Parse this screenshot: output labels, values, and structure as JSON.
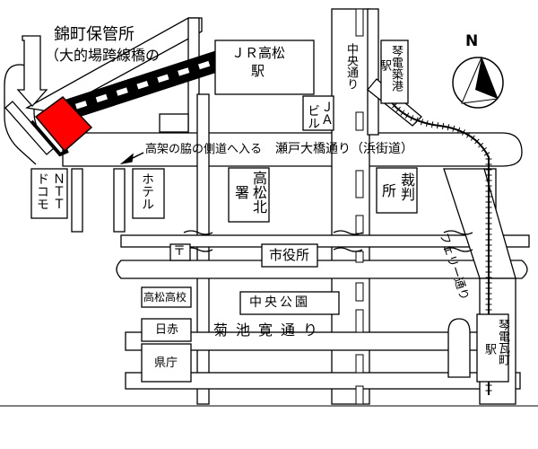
{
  "map": {
    "parking_title": "錦町保管所",
    "parking_sub": "（大的場跨線橋の",
    "jr_station": "ＪＲ高松",
    "jr_station_suffix": "駅",
    "kotoden_chikko_station": "琴電築港",
    "kotoden_chikko_suffix": "駅",
    "kotoden_kawaramachi_station": "琴電瓦町",
    "kotoden_kawaramachi_suffix": "駅",
    "chuo_dori": "中央通り",
    "ferry_dori": "フェリー通り",
    "kikuchi_kan_dori": "菊池寛通り",
    "annotation_side_road": "高架の脇の側道へ入る",
    "annotation_setoohashi": "瀬戸大橋通り（浜街道）",
    "ja_bldg_1": "ＪＡ",
    "ja_bldg_2": "ビル",
    "ntt_1": "ＮＴＴ",
    "ntt_2": "ドコモ",
    "hotel": "ホテル",
    "police_1": "高松北",
    "police_2": "署",
    "court_1": "裁判",
    "court_2": "所",
    "post_symbol": "〒",
    "city_hall": "市役所",
    "central_park": "中央公園",
    "takamatsu_hs": "高松高校",
    "red_cross": "日赤",
    "pref_office": "県庁",
    "north_label": "N",
    "parking_color": "#ff0000"
  }
}
